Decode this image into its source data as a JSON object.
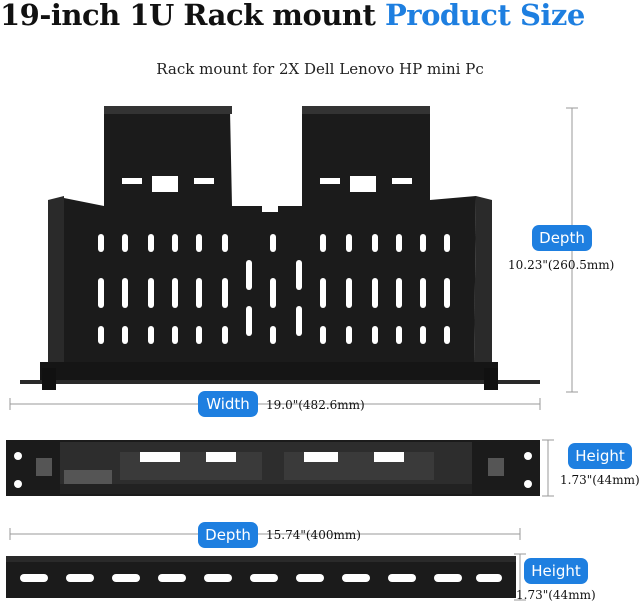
{
  "title": {
    "main": "19-inch 1U Rack mount ",
    "accent": "Product Size"
  },
  "subtitle": "Rack mount for 2X Dell Lenovo HP mini Pc",
  "dimensions": {
    "depth_label": "Depth",
    "depth_value": "10.23\"(260.5mm)",
    "width_label": "Width",
    "width_value": "19.0\"(482.6mm)",
    "height_label_1": "Height",
    "height_value_1": "1.73\"(44mm)",
    "depth2_label": "Depth",
    "depth2_value": "15.74\"(400mm)",
    "height_label_2": "Height",
    "height_value_2": "1.73\"(44mm)"
  },
  "colors": {
    "accent": "#1e7fe0",
    "product": "#1b1b1b",
    "guide": "#9a9a9a"
  }
}
